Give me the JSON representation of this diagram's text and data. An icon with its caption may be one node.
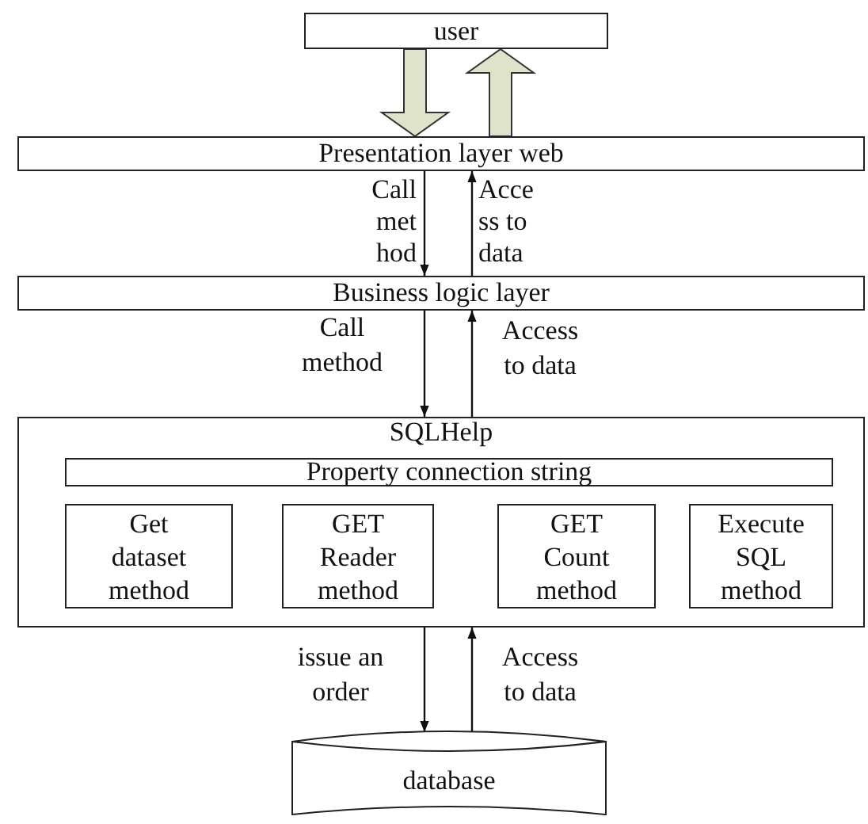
{
  "diagram": {
    "nodes": [
      {
        "text": [
          "user"
        ]
      },
      {
        "text": [
          "Presentation layer web"
        ]
      },
      {
        "text": [
          "Business logic layer"
        ]
      },
      {
        "text": [
          "SQLHelp"
        ]
      },
      {
        "text": [
          "Property connection string"
        ],
        "in": 3
      },
      {
        "text": [
          "Get dataset method"
        ],
        "in": 3
      },
      {
        "text": [
          "GET Reader method"
        ],
        "in": 3
      },
      {
        "text": [
          "GET Count method"
        ],
        "in": 3
      },
      {
        "text": [
          "Execute SQL method"
        ],
        "in": 3
      },
      {
        "text": [
          "database"
        ]
      }
    ],
    "edges": [
      {
        "from": 0,
        "to": 1,
        "arrow": "to",
        "style": "thick"
      },
      {
        "from": 1,
        "to": 0,
        "arrow": "to",
        "style": "thick"
      },
      {
        "from": 1,
        "to": 2,
        "arrow": "to",
        "label": "Call met hod"
      },
      {
        "from": 2,
        "to": 1,
        "arrow": "to",
        "label": "Acce ss to data"
      },
      {
        "from": 2,
        "to": 3,
        "arrow": "to",
        "label": "Call method"
      },
      {
        "from": 3,
        "to": 2,
        "arrow": "to",
        "label": "Access to data"
      },
      {
        "from": 3,
        "to": 9,
        "arrow": "to",
        "label": "issue an order"
      },
      {
        "from": 9,
        "to": 3,
        "arrow": "to",
        "label": "Access to data"
      }
    ]
  }
}
